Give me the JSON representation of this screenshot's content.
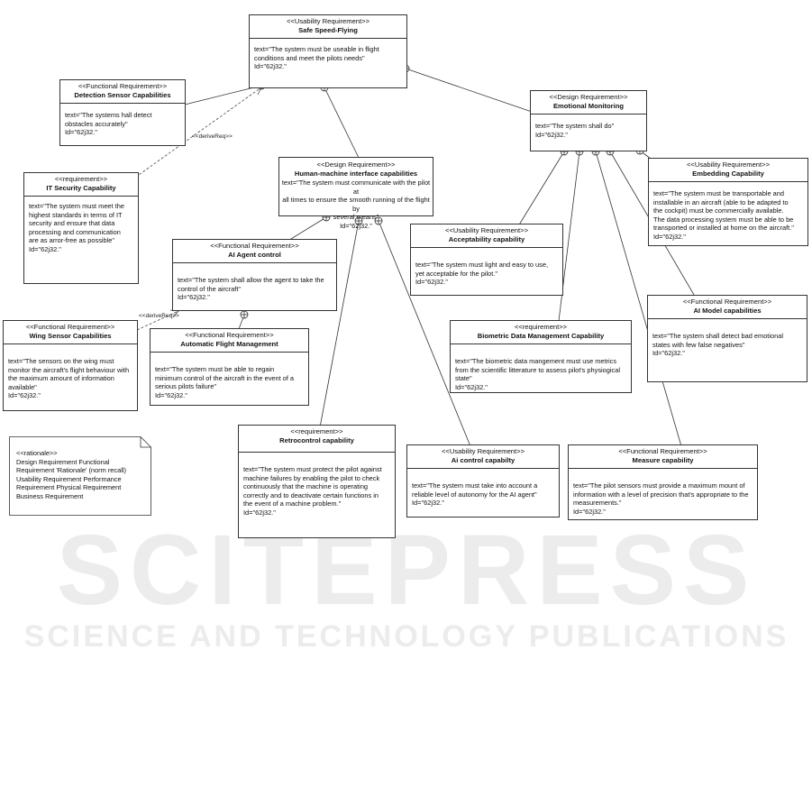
{
  "diagram": {
    "nodes": {
      "safe_speed_flying": {
        "stereotype": "<<Usability Requirement>>",
        "name": "Safe Speed-Flying",
        "lines": [
          "text=\"The system must be useable in flight",
          "conditions and meet the pilots needs\"",
          "Id=\"62j32.\""
        ]
      },
      "detection_sensor": {
        "stereotype": "<<Functional Requirement>>",
        "name": "Detection Sensor Capabilities",
        "lines": [
          "text=\"The systems hall detect",
          "obstacles accurately\"",
          "Id=\"62j32.\""
        ]
      },
      "emotional_monitoring": {
        "stereotype": "<<Design Requirement>>",
        "name": "Emotional Monitoring",
        "lines": [
          "text=\"The system shall do\"",
          "Id=\"62j32.\""
        ]
      },
      "it_security": {
        "stereotype": "<<requirement>>",
        "name": "IT Security Capability",
        "lines": [
          "text=\"The system must meet the",
          "highest standards in terms of IT",
          "security and ensure that data",
          "processing and communication",
          "are as arror-free as possible\"",
          "Id=\"62j32.\""
        ]
      },
      "hmi_capabilities": {
        "stereotype": "<<Design Requirement>>",
        "name": "Human-machine interface capabilities",
        "lines": [
          "text=\"The system must communicate with the pilot at",
          "all times to ensure the smooth running of the flight by",
          "several means\"",
          "Id=\"62j32.\""
        ]
      },
      "embedding_capability": {
        "stereotype": "<<Usability Requirement>>",
        "name": "Embedding Capability",
        "lines": [
          "text=\"The system must be transportable and",
          "installable in an aircraft (able to be adapted to",
          "the cockpit) must be commercially available.",
          "The data processing system must be able to be",
          "transported or installed at home on the aircraft.\"",
          "Id=\"62j32.\""
        ]
      },
      "ai_agent_control": {
        "stereotype": "<<Functional Requirement>>",
        "name": "AI Agent control",
        "lines": [
          "text=\"The system shall allow the agent to take the",
          "control of the aircraft\"",
          "Id=\"62j32.\""
        ]
      },
      "acceptability": {
        "stereotype": "<<Usability Requirement>>",
        "name": "Acceptability capability",
        "lines": [
          "text=\"The system must light and easy to use,",
          "yet acceptable for the pilot.\"",
          "Id=\"62j32.\""
        ]
      },
      "wing_sensor": {
        "stereotype": "<<Functional Requirement>>",
        "name": "Wing Sensor Capabilities",
        "lines": [
          "text=\"The sensors on the wing must",
          "monitor the aircraft's flight behaviour with",
          "the maximum amount of information",
          "available\"",
          "Id=\"62j32.\""
        ]
      },
      "automatic_flight": {
        "stereotype": "<<Functional Requirement>>",
        "name": "Automatic Flight Management",
        "lines": [
          "text=\"The system must be able to regain",
          "minimum control of the aircraft in the event of a",
          "serious pilots failure\"",
          "Id=\"62j32.\""
        ]
      },
      "ai_model": {
        "stereotype": "<<Functional Requirement>>",
        "name": "AI Model capabilities",
        "lines": [
          "text=\"The system shall detect bad emotional",
          "states with few false negatives\"",
          "Id=\"62j32.\""
        ]
      },
      "biometric": {
        "stereotype": "<<requirement>>",
        "name": "Biometric Data Management Capability",
        "lines": [
          "text=\"The biometric data mangement must use metrics",
          "from the scientific litterature to assess pilot's physiogical",
          "state\"",
          "Id=\"62j32.\""
        ]
      },
      "retrocontrol": {
        "stereotype": "<<requirement>>",
        "name": "Retrocontrol capability",
        "lines": [
          "text=\"The system must protect the pilot against",
          "machine failures by enabling the pilot to check",
          "continuously that the machine is operating",
          "correctly and to deactivate certain functions in",
          "the event of a machine problem.\"",
          "Id=\"62j32.\""
        ]
      },
      "ai_control": {
        "stereotype": "<<Usability Requirement>>",
        "name": "Ai control capabilty",
        "lines": [
          "text=\"The system must take into account a",
          "reliable level of autonomy for the AI agent\"",
          "Id=\"62j32.\""
        ]
      },
      "measure": {
        "stereotype": "<<Functional Requirement>>",
        "name": "Measure capability",
        "lines": [
          "text=\"The pilot sensors must provide a maximum mount of",
          "information with a level of precision that's appropriate to the",
          "measurements.\"",
          "Id=\"62j32.\""
        ]
      }
    },
    "rationale": {
      "lines": [
        "<<rationale>>",
        "Design Requirement Functional",
        "Requirement 'Rationale' (norm recall)",
        "Usability Requirement Performance",
        "Requirement Physical Requirement",
        "Business Requirement"
      ]
    },
    "relation_labels": {
      "derive_1": "<<deriveReq>>",
      "derive_2": "<<deriveReq>>"
    },
    "watermark": {
      "line1": "SCITEPRESS",
      "line2": "SCIENCE AND TECHNOLOGY PUBLICATIONS"
    },
    "colors": {
      "stroke": "#333333",
      "watermark": "#ececec"
    }
  }
}
